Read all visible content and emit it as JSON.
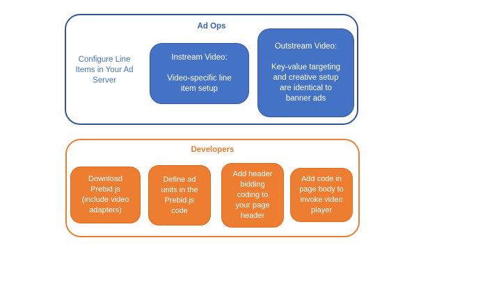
{
  "diagram": {
    "ad_ops": {
      "title": "Ad Ops",
      "note": "Configure Line\nItems in Your Ad\nServer",
      "boxes": [
        {
          "name": "instream-video",
          "text": "Instream Video:\n\nVideo-specific line\nitem setup"
        },
        {
          "name": "outstream-video",
          "text": "Outstream Video:\n\nKey-value targeting\nand creative setup\nare identical to\nbanner ads"
        }
      ]
    },
    "developers": {
      "title": "Developers",
      "boxes": [
        {
          "name": "download-prebid",
          "text": "Download\nPrebid.js\n(include video\nadapters)"
        },
        {
          "name": "define-ad-units",
          "text": "Define ad\nunits in the\nPrebid.js\ncode"
        },
        {
          "name": "header-bidding",
          "text": "Add header\nbidding\ncoding to\nyour page\nheader"
        },
        {
          "name": "invoke-video-player",
          "text": "Add code in\npage body to\ninvoke video\nplayer"
        }
      ]
    }
  },
  "colors": {
    "blue_fill": "#4472C4",
    "blue_box_border": "#35589E",
    "blue_container_border": "#2F5597",
    "blue_text": "#4472C4",
    "orange_fill": "#ED7D31",
    "orange_box_border": "#E0691C",
    "orange_container_border": "#ED7D31",
    "box_text": "#FFFFFF",
    "background": "#FFFFFF"
  }
}
